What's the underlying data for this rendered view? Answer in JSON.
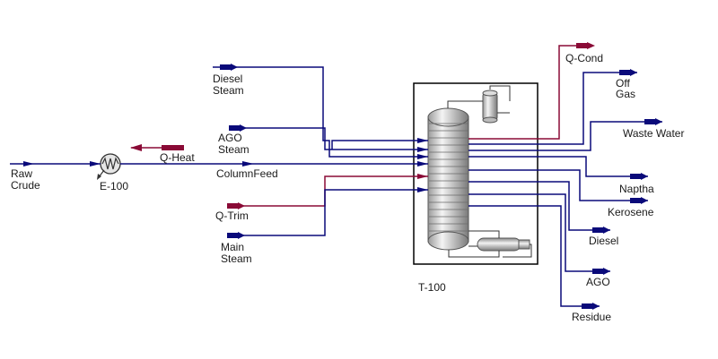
{
  "diagram": {
    "title": "",
    "colors": {
      "material": "#0a0a7a",
      "energy": "#8a0a36",
      "frame": "#000000"
    },
    "units": {
      "exchanger": "E-100",
      "column": "T-100"
    },
    "streams": {
      "raw_crude": [
        "Raw",
        "Crude"
      ],
      "q_heat": "Q-Heat",
      "column_feed": "ColumnFeed",
      "diesel_steam": [
        "Diesel",
        "Steam"
      ],
      "ago_steam": [
        "AGO",
        "Steam"
      ],
      "q_trim": "Q-Trim",
      "main_steam": [
        "Main",
        "Steam"
      ],
      "q_cond": "Q-Cond",
      "off_gas": [
        "Off",
        "Gas"
      ],
      "waste_water": "Waste Water",
      "naptha": "Naptha",
      "kerosene": "Kerosene",
      "diesel": "Diesel",
      "ago": "AGO",
      "residue": "Residue"
    },
    "icons": [
      "heat-exchanger-icon",
      "distillation-column-icon",
      "condenser-drum-icon",
      "reboiler-icon",
      "stream-arrow-icon"
    ]
  }
}
